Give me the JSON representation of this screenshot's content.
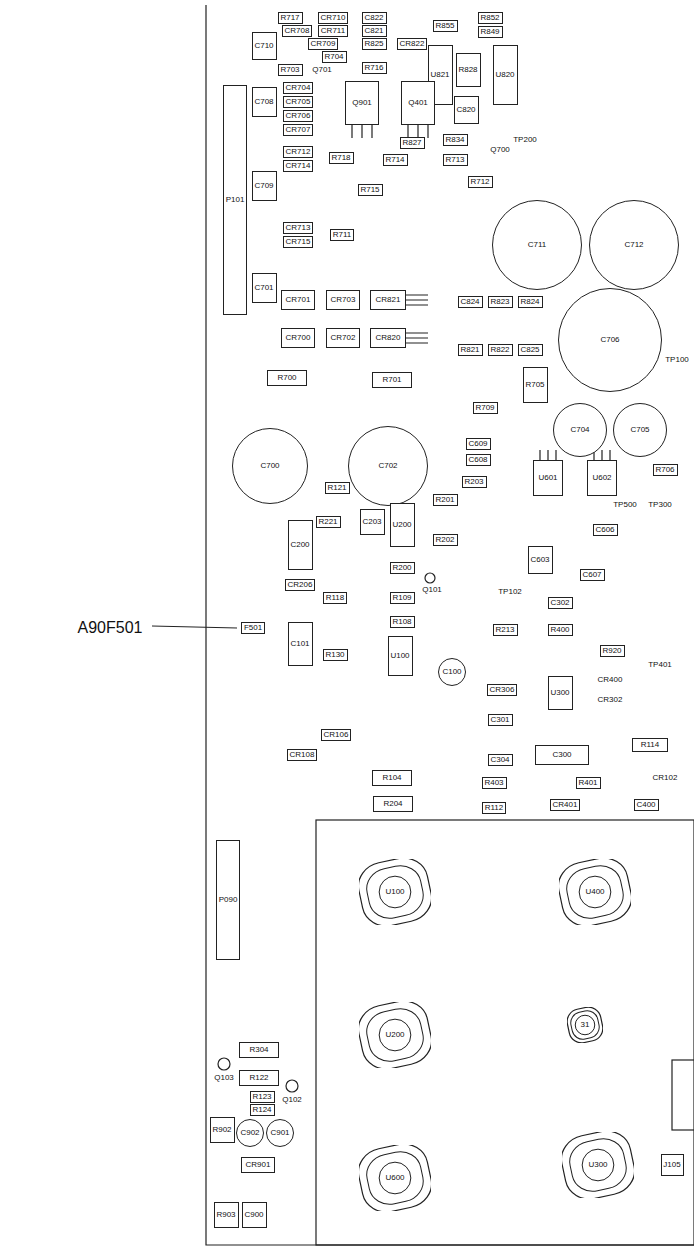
{
  "diagram": {
    "nodes": [
      {
        "text": [
          "P101"
        ]
      },
      {
        "text": [
          "R717"
        ]
      },
      {
        "text": [
          "CR710"
        ]
      },
      {
        "text": [
          "C822"
        ]
      },
      {
        "text": [
          "R855"
        ]
      },
      {
        "text": [
          "R852"
        ]
      },
      {
        "text": [
          "CR708"
        ]
      },
      {
        "text": [
          "CR711"
        ]
      },
      {
        "text": [
          "C821"
        ]
      },
      {
        "text": [
          "R849"
        ]
      },
      {
        "text": [
          "C710"
        ]
      },
      {
        "text": [
          "CR709"
        ]
      },
      {
        "text": [
          "R825"
        ]
      },
      {
        "text": [
          "CR822"
        ]
      },
      {
        "text": [
          "R703"
        ]
      },
      {
        "text": [
          "R704"
        ]
      },
      {
        "text": [
          "R716"
        ]
      },
      {
        "text": [
          "U821"
        ]
      },
      {
        "text": [
          "R828"
        ]
      },
      {
        "text": [
          "U820"
        ]
      },
      {
        "text": [
          "C708"
        ]
      },
      {
        "text": [
          "CR704"
        ]
      },
      {
        "text": [
          "CR705"
        ]
      },
      {
        "text": [
          "CR706"
        ]
      },
      {
        "text": [
          "CR707"
        ]
      },
      {
        "text": [
          "Q901"
        ]
      },
      {
        "text": [
          "Q401"
        ]
      },
      {
        "text": [
          "C820"
        ]
      },
      {
        "text": [
          "R827"
        ]
      },
      {
        "text": [
          "R834"
        ]
      },
      {
        "text": [
          "CR712"
        ]
      },
      {
        "text": [
          "CR714"
        ]
      },
      {
        "text": [
          "R718"
        ]
      },
      {
        "text": [
          "R714"
        ]
      },
      {
        "text": [
          "R713"
        ]
      },
      {
        "text": [
          "C709"
        ]
      },
      {
        "text": [
          "R715"
        ]
      },
      {
        "text": [
          "R712"
        ]
      },
      {
        "text": [
          "C711"
        ]
      },
      {
        "text": [
          "C712"
        ]
      },
      {
        "text": [
          "CR713"
        ]
      },
      {
        "text": [
          "CR715"
        ]
      },
      {
        "text": [
          "R711"
        ]
      },
      {
        "text": [
          "C701"
        ]
      },
      {
        "text": [
          "CR701"
        ]
      },
      {
        "text": [
          "CR703"
        ]
      },
      {
        "text": [
          "CR821"
        ]
      },
      {
        "text": [
          "C824"
        ]
      },
      {
        "text": [
          "R823"
        ]
      },
      {
        "text": [
          "R824"
        ]
      },
      {
        "text": [
          "CR700"
        ]
      },
      {
        "text": [
          "CR702"
        ]
      },
      {
        "text": [
          "CR820"
        ]
      },
      {
        "text": [
          "R821"
        ]
      },
      {
        "text": [
          "R822"
        ]
      },
      {
        "text": [
          "C825"
        ]
      },
      {
        "text": [
          "C706"
        ]
      },
      {
        "text": [
          "R700"
        ]
      },
      {
        "text": [
          "R701"
        ]
      },
      {
        "text": [
          "R705"
        ]
      },
      {
        "text": [
          "R709"
        ]
      },
      {
        "text": [
          "C704"
        ]
      },
      {
        "text": [
          "C705"
        ]
      },
      {
        "text": [
          "C700"
        ]
      },
      {
        "text": [
          "C702"
        ]
      },
      {
        "text": [
          "C609"
        ]
      },
      {
        "text": [
          "C608"
        ]
      },
      {
        "text": [
          "R203"
        ]
      },
      {
        "text": [
          "U601"
        ]
      },
      {
        "text": [
          "U602"
        ]
      },
      {
        "text": [
          "R706"
        ]
      },
      {
        "text": [
          "R121"
        ]
      },
      {
        "text": [
          "C200"
        ]
      },
      {
        "text": [
          "R221"
        ]
      },
      {
        "text": [
          "C203"
        ]
      },
      {
        "text": [
          "U200"
        ]
      },
      {
        "text": [
          "R201"
        ]
      },
      {
        "text": [
          "R202"
        ]
      },
      {
        "text": [
          "C606"
        ]
      },
      {
        "text": [
          "C603"
        ]
      },
      {
        "text": [
          "CR206"
        ]
      },
      {
        "text": [
          "R200"
        ]
      },
      {
        "text": [
          "C607"
        ]
      },
      {
        "text": [
          "R118"
        ]
      },
      {
        "text": [
          "R109"
        ]
      },
      {
        "text": [
          "C302"
        ]
      },
      {
        "text": [
          "R108"
        ]
      },
      {
        "text": [
          "F501"
        ]
      },
      {
        "text": [
          "R213"
        ]
      },
      {
        "text": [
          "R400"
        ]
      },
      {
        "text": [
          "C101"
        ]
      },
      {
        "text": [
          "R920"
        ]
      },
      {
        "text": [
          "R130"
        ]
      },
      {
        "text": [
          "U100"
        ]
      },
      {
        "text": [
          "C100"
        ]
      },
      {
        "text": [
          "CR306"
        ]
      },
      {
        "text": [
          "U300"
        ]
      },
      {
        "text": [
          "C301"
        ]
      },
      {
        "text": [
          "CR106"
        ]
      },
      {
        "text": [
          "R114"
        ]
      },
      {
        "text": [
          "C300"
        ]
      },
      {
        "text": [
          "CR108"
        ]
      },
      {
        "text": [
          "C304"
        ]
      },
      {
        "text": [
          "R104"
        ]
      },
      {
        "text": [
          "R403"
        ]
      },
      {
        "text": [
          "R401"
        ]
      },
      {
        "text": [
          "CR401"
        ]
      },
      {
        "text": [
          "C400"
        ]
      },
      {
        "text": [
          "R204"
        ]
      },
      {
        "text": [
          "R112"
        ]
      },
      {
        "text": [
          "P090"
        ]
      },
      {
        "text": [
          "U100"
        ]
      },
      {
        "text": [
          "U400"
        ]
      },
      {
        "text": [
          "31"
        ]
      },
      {
        "text": [
          "U200"
        ]
      },
      {
        "text": [
          "U300"
        ]
      },
      {
        "text": [
          "U600"
        ]
      },
      {
        "text": [
          "J105"
        ]
      },
      {
        "text": [
          "R304"
        ]
      },
      {
        "text": [
          "R122"
        ]
      },
      {
        "text": [
          "R123"
        ]
      },
      {
        "text": [
          "R124"
        ]
      },
      {
        "text": [
          "R902"
        ]
      },
      {
        "text": [
          "C902"
        ]
      },
      {
        "text": [
          "C901"
        ]
      },
      {
        "text": [
          "CR901"
        ]
      },
      {
        "text": [
          "R903"
        ]
      },
      {
        "text": [
          "C900"
        ]
      }
    ],
    "labels": [
      "A90F501",
      "Q701",
      "Q700",
      "TP200",
      "TP100",
      "TP500",
      "TP300",
      "TP102",
      "Q101",
      "TP401",
      "CR400",
      "CR302",
      "CR102",
      "Q103",
      "Q102"
    ]
  }
}
